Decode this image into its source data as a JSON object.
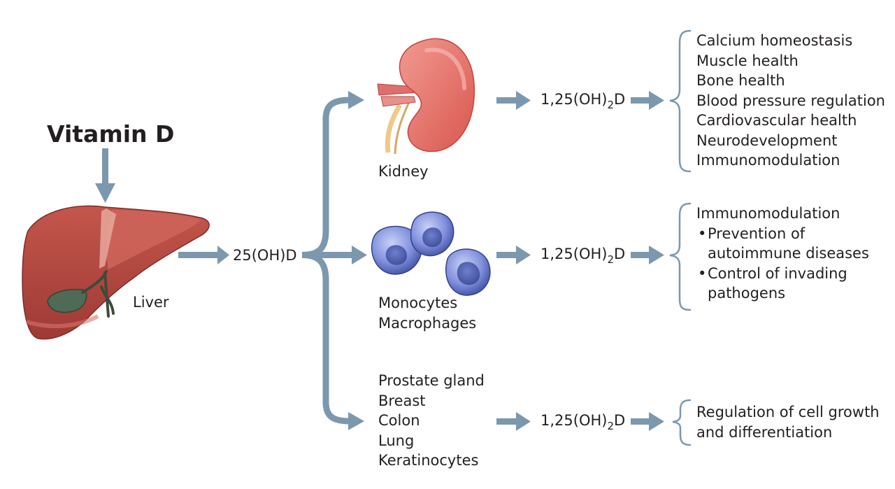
{
  "title": "Vitamin D",
  "liver_label": "Liver",
  "intermediate": "25(OH)D",
  "metabolite": {
    "prefix": "1,25(OH)",
    "sub": "2",
    "suffix": "D"
  },
  "branches": [
    {
      "tissues": [
        "Kidney"
      ],
      "effects": [
        "Calcium homeostasis",
        "Muscle health",
        "Bone health",
        "Blood pressure regulation",
        "Cardiovascular health",
        "Neurodevelopment",
        "Immunomodulation"
      ]
    },
    {
      "tissues": [
        "Monocytes",
        "Macrophages"
      ],
      "effects_heading": "Immunomodulation",
      "effects_bullets": [
        [
          "Prevention of",
          "autoimmune diseases"
        ],
        [
          "Control of invading",
          "pathogens"
        ]
      ]
    },
    {
      "tissues": [
        "Prostate gland",
        "Breast",
        "Colon",
        "Lung",
        "Keratinocytes"
      ],
      "effects": [
        "Regulation of cell growth",
        "and differentiation"
      ]
    }
  ],
  "colors": {
    "arrow": "#7c98ae",
    "liver": "#b4463f",
    "liver_highlight": "#d9756a",
    "gallbladder": "#4f6b55",
    "kidney": "#e8706d",
    "kidney_vessel": "#e06e6a",
    "ureter": "#efc88a",
    "cell": "#6b7ed6",
    "cell_nucleus": "#4656a6",
    "text": "#231f20"
  },
  "icons": [
    "liver-illustration",
    "kidney-illustration",
    "immune-cell-illustration"
  ]
}
